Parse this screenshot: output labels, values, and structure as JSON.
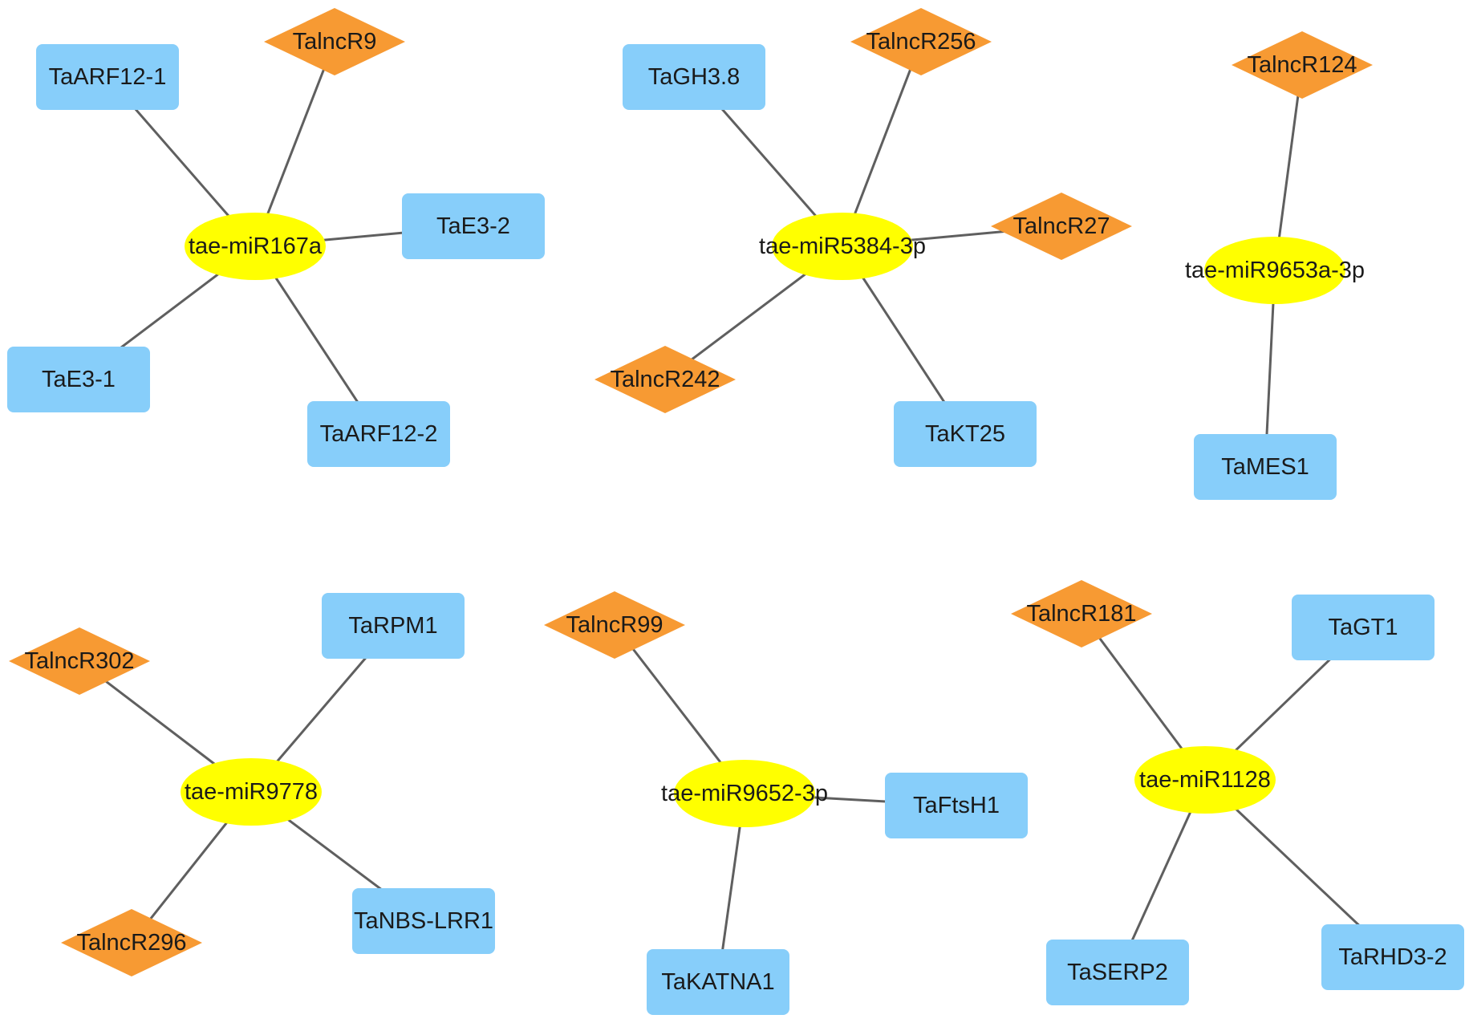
{
  "colors": {
    "mirna": "#ffff00",
    "gene": "#87cefa",
    "lncrna": "#f79a33",
    "edge": "#5f5f5f"
  },
  "shapes": {
    "mirna": "ellipse",
    "gene": "rounded-rectangle",
    "lncrna": "diamond"
  },
  "nodes": [
    {
      "id": "m1",
      "type": "mirna",
      "label": "tae-miR167a"
    },
    {
      "id": "g1",
      "type": "gene",
      "label": "TaARF12-1"
    },
    {
      "id": "l1",
      "type": "lncrna",
      "label": "TalncR9"
    },
    {
      "id": "g2",
      "type": "gene",
      "label": "TaE3-2"
    },
    {
      "id": "g3",
      "type": "gene",
      "label": "TaE3-1"
    },
    {
      "id": "g4",
      "type": "gene",
      "label": "TaARF12-2"
    },
    {
      "id": "m2",
      "type": "mirna",
      "label": "tae-miR5384-3p"
    },
    {
      "id": "g5",
      "type": "gene",
      "label": "TaGH3.8"
    },
    {
      "id": "l2",
      "type": "lncrna",
      "label": "TalncR256"
    },
    {
      "id": "l3",
      "type": "lncrna",
      "label": "TalncR27"
    },
    {
      "id": "l4",
      "type": "lncrna",
      "label": "TalncR242"
    },
    {
      "id": "g6",
      "type": "gene",
      "label": "TaKT25"
    },
    {
      "id": "m3",
      "type": "mirna",
      "label": "tae-miR9653a-3p"
    },
    {
      "id": "l5",
      "type": "lncrna",
      "label": "TalncR124"
    },
    {
      "id": "g7",
      "type": "gene",
      "label": "TaMES1"
    },
    {
      "id": "m4",
      "type": "mirna",
      "label": "tae-miR9778"
    },
    {
      "id": "g8",
      "type": "gene",
      "label": "TaRPM1"
    },
    {
      "id": "l6",
      "type": "lncrna",
      "label": "TalncR302"
    },
    {
      "id": "l7",
      "type": "lncrna",
      "label": "TalncR296"
    },
    {
      "id": "g9",
      "type": "gene",
      "label": "TaNBS-LRR1"
    },
    {
      "id": "m5",
      "type": "mirna",
      "label": "tae-miR9652-3p"
    },
    {
      "id": "l8",
      "type": "lncrna",
      "label": "TalncR99"
    },
    {
      "id": "g10",
      "type": "gene",
      "label": "TaFtsH1"
    },
    {
      "id": "g11",
      "type": "gene",
      "label": "TaKATNA1"
    },
    {
      "id": "m6",
      "type": "mirna",
      "label": "tae-miR1128"
    },
    {
      "id": "l9",
      "type": "lncrna",
      "label": "TalncR181"
    },
    {
      "id": "g12",
      "type": "gene",
      "label": "TaGT1"
    },
    {
      "id": "g13",
      "type": "gene",
      "label": "TaSERP2"
    },
    {
      "id": "g14",
      "type": "gene",
      "label": "TaRHD3-2"
    }
  ],
  "edges": [
    [
      "m1",
      "g1"
    ],
    [
      "m1",
      "l1"
    ],
    [
      "m1",
      "g2"
    ],
    [
      "m1",
      "g3"
    ],
    [
      "m1",
      "g4"
    ],
    [
      "m2",
      "g5"
    ],
    [
      "m2",
      "l2"
    ],
    [
      "m2",
      "l3"
    ],
    [
      "m2",
      "l4"
    ],
    [
      "m2",
      "g6"
    ],
    [
      "m3",
      "l5"
    ],
    [
      "m3",
      "g7"
    ],
    [
      "m4",
      "g8"
    ],
    [
      "m4",
      "l6"
    ],
    [
      "m4",
      "l7"
    ],
    [
      "m4",
      "g9"
    ],
    [
      "m5",
      "l8"
    ],
    [
      "m5",
      "g10"
    ],
    [
      "m5",
      "g11"
    ],
    [
      "m6",
      "l9"
    ],
    [
      "m6",
      "g12"
    ],
    [
      "m6",
      "g13"
    ],
    [
      "m6",
      "g14"
    ]
  ]
}
